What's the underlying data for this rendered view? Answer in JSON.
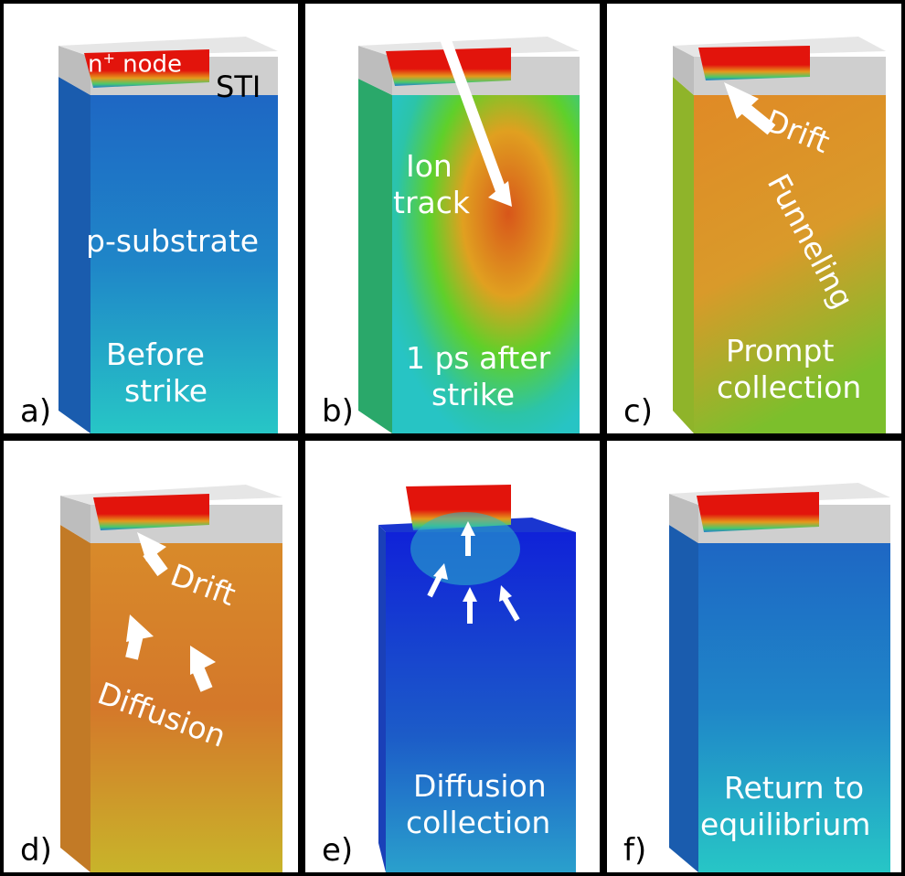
{
  "panels": {
    "a": {
      "letter": "a)",
      "top": "Before",
      "bottom": "strike",
      "substrate": "p-substrate",
      "node": "n",
      "node_sup": "+",
      "node_rest": " node",
      "sti": "STI"
    },
    "b": {
      "letter": "b)",
      "ion1": "Ion",
      "ion2": "track",
      "top": "1 ps after",
      "bottom": "strike"
    },
    "c": {
      "letter": "c)",
      "drift": "Drift",
      "funnel": "Funneling",
      "top": "Prompt",
      "bottom": "collection"
    },
    "d": {
      "letter": "d)",
      "drift": "Drift",
      "diffusion": "Diffusion"
    },
    "e": {
      "letter": "e)",
      "top": "Diffusion",
      "bottom": "collection"
    },
    "f": {
      "letter": "f)",
      "top": "Return to",
      "bottom": "equilibrium"
    }
  },
  "colors": {
    "sti": "#d2d2d2",
    "node": "#e2140c",
    "blue": "#1f6fc6",
    "cyan": "#25c4c8",
    "orange": "#d9762a",
    "green": "#57c72a"
  }
}
